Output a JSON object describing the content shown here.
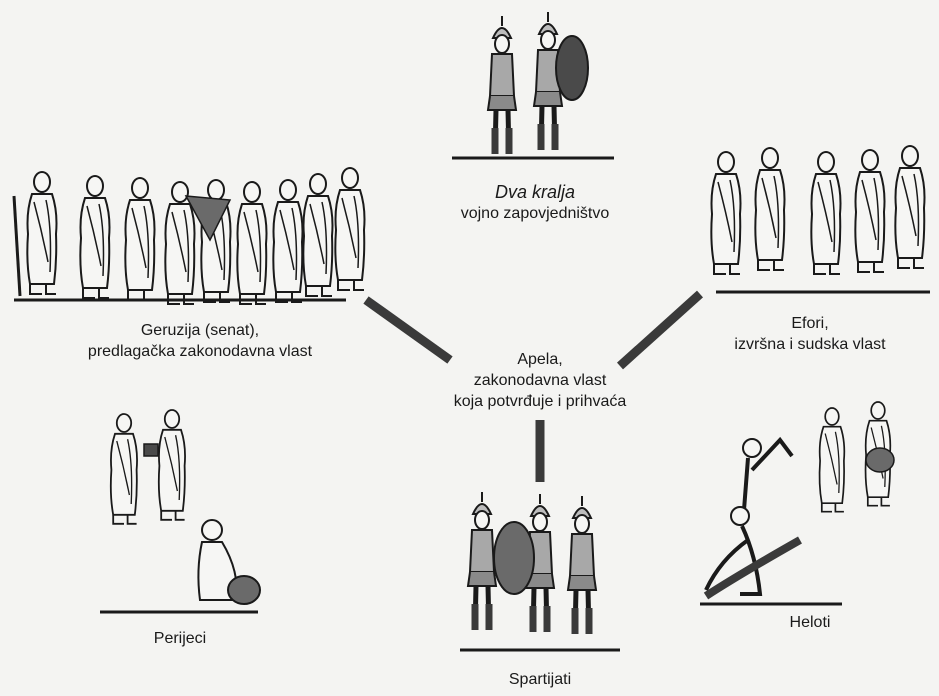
{
  "diagram": {
    "kings": {
      "title": "Dva kralja",
      "subtitle": "vojno zapovjedništvo"
    },
    "gerusia": {
      "line1": "Geruzija (senat),",
      "line2": "predlagačka zakonodavna vlast"
    },
    "ephors": {
      "line1": "Efori,",
      "line2": "izvršna i sudska vlast"
    },
    "apella": {
      "line1": "Apela,",
      "line2": "zakonodavna vlast",
      "line3": "koja potvrđuje i prihvaća"
    },
    "perioikoi": {
      "label": "Perijeci"
    },
    "spartiates": {
      "label": "Spartijati"
    },
    "helots": {
      "label": "Heloti"
    }
  },
  "colors": {
    "ink": "#1a1a1a",
    "connector": "#3a3a3a",
    "background": "#f4f4f2",
    "figure_fill": "#f6f6f4"
  }
}
